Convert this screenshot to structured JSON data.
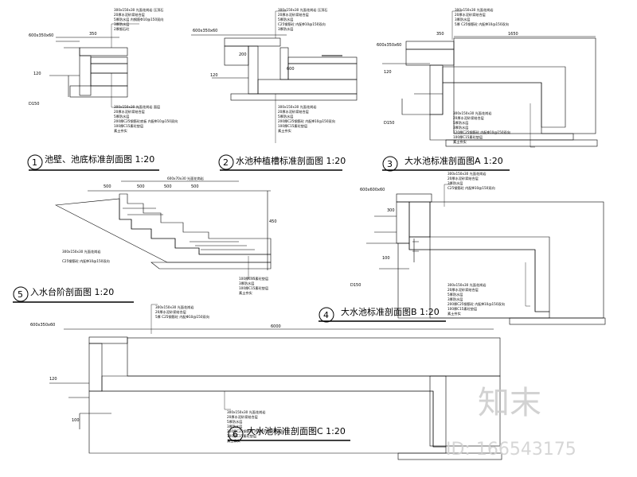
{
  "sections": [
    {
      "num": "1",
      "title": "池壁、池底标准剖面图 1:20",
      "notes_top": [
        "300x150x30 光面花岗岩 压顶石",
        "20厚水泥砂浆结合层",
        "5厚防水层 内钢筋Φ10@150双向",
        "3厚防水层",
        "2厚细石砼"
      ],
      "notes_bottom": [
        "300x150x30 光面花岗岩 面层",
        "20厚水泥砂浆结合层",
        "5厚防水层",
        "200厚C25钢筋砼底板 内配Φ10@150双向",
        "100厚C15素砼垫层",
        "素土夯实"
      ],
      "dims": [
        "600x350x60",
        "350",
        "120",
        "D150"
      ]
    },
    {
      "num": "2",
      "title": "水池种植槽标准剖面图 1:20",
      "notes_top": [
        "300x150x30 光面花岗岩 压顶石",
        "20厚水泥砂浆结合层",
        "5厚防水层",
        "C25钢筋砼 内配Φ10@150双向",
        "3厚防水层"
      ],
      "notes_bottom": [
        "300x150x30 光面花岗岩",
        "20厚水泥砂浆结合层",
        "5厚防水层",
        "200厚C25钢筋砼 内配Φ10@150双向",
        "100厚C15素砼垫层",
        "素土夯实"
      ],
      "dims": [
        "600x350x60",
        "200",
        "600",
        "120"
      ]
    },
    {
      "num": "3",
      "title": "大水池标准剖面图A 1:20",
      "notes_top": [
        "300x150x30 光面花岗岩",
        "20厚水泥砂浆结合层",
        "3厚防水层",
        "5厚 C25钢筋砼 内配Φ10@150双向"
      ],
      "notes_bottom": [
        "300x150x30 光面花岗岩",
        "20厚水泥砂浆结合层",
        "5厚防水层",
        "3厚防水层",
        "120厚C25钢筋砼 内配Φ10@150双向",
        "100厚C15素砼垫层",
        "素土夯实"
      ],
      "dims": [
        "600x350x60",
        "350",
        "1650",
        "120",
        "D150"
      ]
    },
    {
      "num": "5",
      "title": "入水台阶剖面图 1:20",
      "notes_top": [
        "600x70x30 光面花岗岩"
      ],
      "notes_bottom": [
        "300x150x30 光面花岗岩",
        "C25钢筋砼 内配Φ10@150双向",
        "100厚C15素砼垫层",
        "3厚防水层",
        "100厚C15素砼垫层",
        "素土夯实"
      ],
      "dims": [
        "500",
        "500",
        "500",
        "500",
        "450"
      ]
    },
    {
      "num": "4",
      "title": "大水池标准剖面图B 1:20",
      "notes_top": [
        "300x150x30 光面花岗岩",
        "20厚水泥砂浆结合层",
        "3厚防水层",
        "C25钢筋砼 内配Φ10@150双向"
      ],
      "notes_bottom": [
        "300x150x30 光面花岗岩",
        "20厚水泥砂浆结合层",
        "5厚防水层",
        "3厚防水层",
        "200厚C25钢筋砼 内配Φ10@150双向",
        "100厚C15素砼垫层",
        "素土夯实"
      ],
      "dims": [
        "600x600x60",
        "300",
        "100",
        "D150"
      ]
    },
    {
      "num": "6",
      "title": "大水池标准剖面图C 1:20",
      "notes_top": [
        "300x150x30 光面花岗岩",
        "20厚水泥砂浆结合层",
        "5厚 C25钢筋砼 内配Φ10@150双向"
      ],
      "notes_bottom": [
        "300x150x30 光面花岗岩",
        "20厚水泥砂浆结合层",
        "5厚防水层",
        "3厚防水层",
        "200厚C25钢筋砼 内配Φ10@150双向",
        "100厚C15素砼垫层",
        "素土夯实"
      ],
      "dims": [
        "600x350x60",
        "6000",
        "120",
        "100"
      ]
    }
  ],
  "watermark": {
    "brand": "知末",
    "id_text": "ID: 166543175"
  },
  "colors": {
    "ink": "#000000",
    "paper": "#ffffff",
    "watermark": "#c8c8c8"
  }
}
